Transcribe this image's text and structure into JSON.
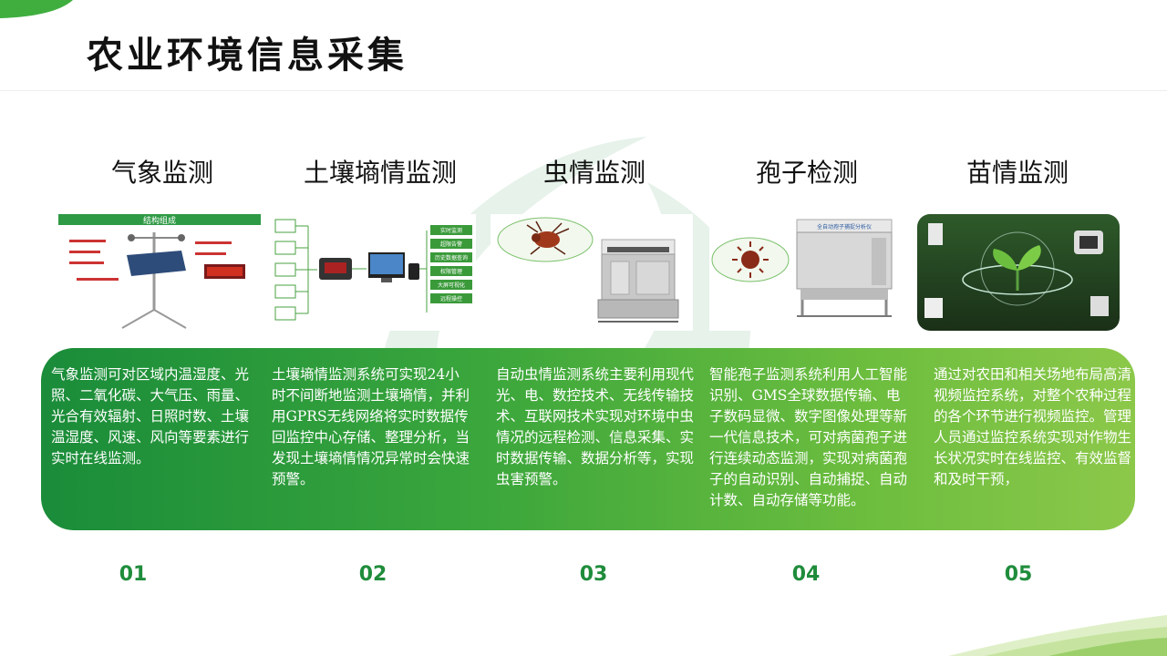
{
  "page": {
    "title": "农业环境信息采集"
  },
  "columns": [
    {
      "num": "01",
      "title": "气象监测",
      "desc": "气象监测可对区域内温湿度、光照、二氧化碳、大气压、雨量、光合有效辐射、日照时数、土壤温湿度、风速、风向等要素进行实时在线监测。"
    },
    {
      "num": "02",
      "title": "土壤墒情监测",
      "desc": "土壤墒情监测系统可实现24小时不间断地监测土壤墒情，并利用GPRS无线网络将实时数据传回监控中心存储、整理分析，当发现土壤墒情情况异常时会快速预警。"
    },
    {
      "num": "03",
      "title": "虫情监测",
      "desc": "自动虫情监测系统主要利用现代光、电、数控技术、无线传输技术、互联网技术实现对环境中虫情况的远程检测、信息采集、实时数据传输、数据分析等，实现虫害预警。"
    },
    {
      "num": "04",
      "title": "孢子检测",
      "desc": "智能孢子监测系统利用人工智能识别、GMS全球数据传输、电子数码显微、数字图像处理等新一代信息技术，可对病菌孢子进行连续动态监测，实现对病菌孢子的自动识别、自动捕捉、自动计数、自动存储等功能。"
    },
    {
      "num": "05",
      "title": "苗情监测",
      "desc": "通过对农田和相关场地布局高清视频监控系统，对整个农种过程的各个环节进行视频监控。管理人员通过监控系统实现对作物生长状况实时在线监控、有效监督和及时干预，"
    }
  ],
  "images": {
    "weather": {
      "banner": "结构组成"
    },
    "soil": {
      "menu": [
        "实时监测",
        "超限告警",
        "历史数据查询",
        "权限管理",
        "大屏可视化",
        "远程操控"
      ]
    },
    "spore": {
      "device_label": "全自动孢子捕捉分析仪"
    }
  },
  "colors": {
    "band_start": "#1a8c3a",
    "band_end": "#8cc84a",
    "number": "#1f8c3b"
  }
}
